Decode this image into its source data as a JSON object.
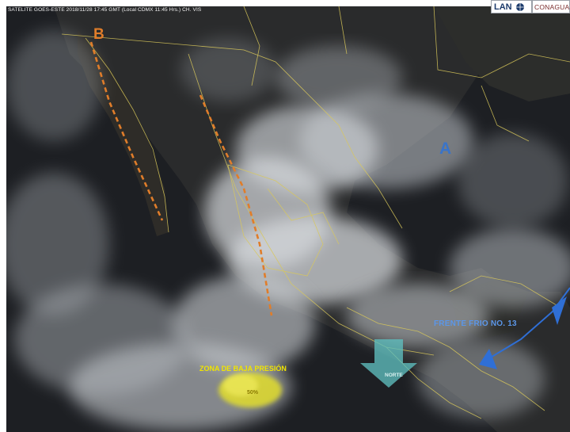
{
  "header": {
    "text": "SATELITE GOES-ESTE 2018/11/28 17:45 GMT (Local CDMX 11:45 Hrs.) CH. VIS",
    "logo_left": "LAN",
    "logo_right": "CONAGUA"
  },
  "map_labels": {
    "trough_marker": "B",
    "high_pressure": "A",
    "cold_front": "FRENTE FRIO NO. 13",
    "norte_wind": "NORTE",
    "low_pressure_zone": "ZONA DE BAJA PRESIÓN",
    "low_pressure_sub": "50%"
  },
  "colors": {
    "trough": "#e07d2a",
    "high": "#3a74c9",
    "front": "#2f6fd6",
    "norte_arrow": "#5fbfbf",
    "low_zone": "#f2ec1a"
  },
  "icons": [
    "logo-lan-icon",
    "logo-conagua-icon",
    "norte-arrow-icon",
    "cold-front-icon"
  ]
}
